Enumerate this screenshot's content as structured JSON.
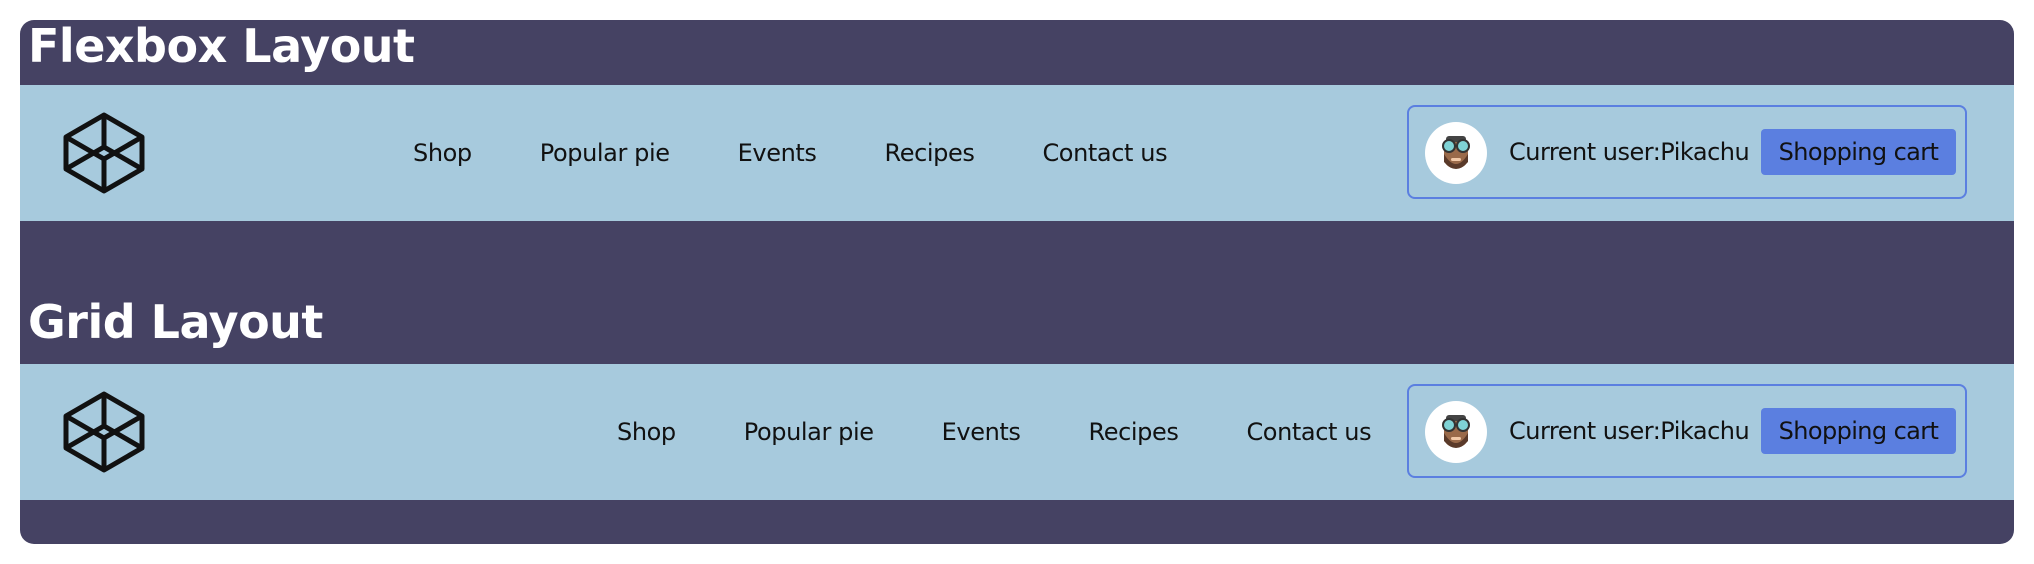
{
  "flexbox_section": {
    "title": "Flexbox Layout",
    "nav_links": [
      "Shop",
      "Popular pie",
      "Events",
      "Recipes",
      "Contact us"
    ],
    "user_label": "Current user:Pikachu",
    "cart_button": "Shopping cart",
    "logo_icon": "cube-logo-icon",
    "avatar_icon": "bearded-man-avatar-icon"
  },
  "grid_section": {
    "title": "Grid Layout",
    "nav_links": [
      "Shop",
      "Popular pie",
      "Events",
      "Recipes",
      "Contact us"
    ],
    "user_label": "Current user:Pikachu",
    "cart_button": "Shopping cart",
    "logo_icon": "cube-logo-icon",
    "avatar_icon": "bearded-man-avatar-icon"
  },
  "colors": {
    "panel_background": "#454263",
    "navbar_background": "#a7cadd",
    "accent": "#5b7fe0",
    "title_text": "#ffffff"
  }
}
